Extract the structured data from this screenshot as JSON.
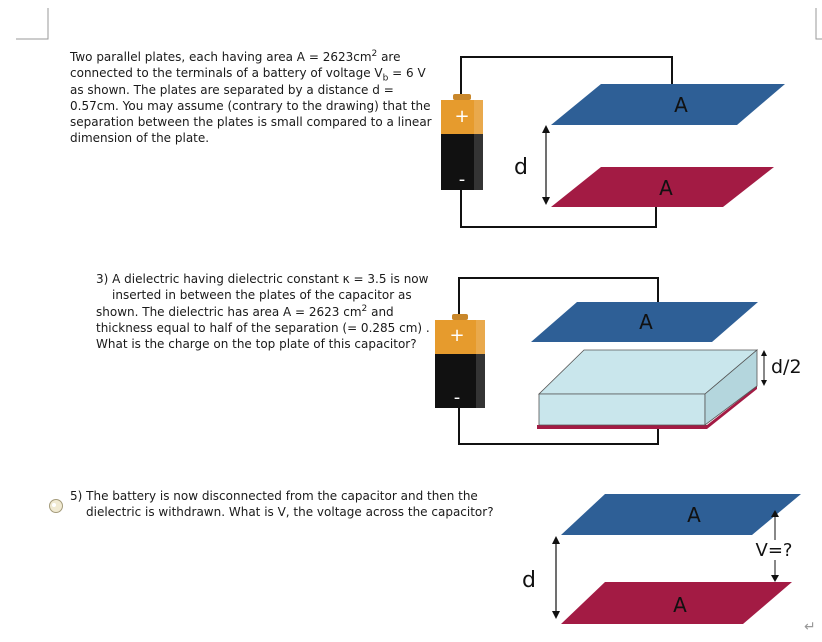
{
  "problem_intro": {
    "text_a": "Two parallel plates, each having area A = 2623cm",
    "sup_a": "2",
    "text_b": " are connected to the terminals of a battery of voltage V",
    "sub_b": "b",
    "text_c": " = 6 V as shown. The plates are separated by a distance d = 0.57cm. You may assume (contrary to the drawing) that the separation between the plates is small compared to a linear dimension of the plate."
  },
  "question_3": {
    "line1": "3) A dielectric having dielectric constant κ = 3.5 is now",
    "line2": "inserted in between the plates of the capacitor as",
    "line3a": "shown. The dielectric has area A = 2623 cm",
    "line3sup": "2",
    "line3b": " and",
    "line4": "thickness equal to half of the separation (= 0.285 cm) .",
    "line5": "What is the charge on the top plate of this capacitor?"
  },
  "question_5": {
    "line1": "5) The battery is now disconnected from the capacitor and then the",
    "line2": "dielectric is withdrawn. What is V, the voltage across the capacitor?"
  },
  "labels": {
    "plate_area": "A",
    "separation": "d",
    "half_sep": "d/2",
    "voltage_q": "V=?",
    "plus": "+",
    "minus": "-"
  },
  "colors": {
    "top_plate": "#2e5f96",
    "bottom_plate": "#a31b44",
    "dielectric": "#c9e6ec",
    "battery_gold": "#e69b2d",
    "battery_black": "#111111",
    "arrow": "#1a1a1a"
  },
  "icons": {
    "margin_marker": "document-corner-marks",
    "comment": "comment-balloon-icon",
    "paragraph": "return-arrow-icon"
  },
  "symbols": {
    "return": "↵"
  }
}
